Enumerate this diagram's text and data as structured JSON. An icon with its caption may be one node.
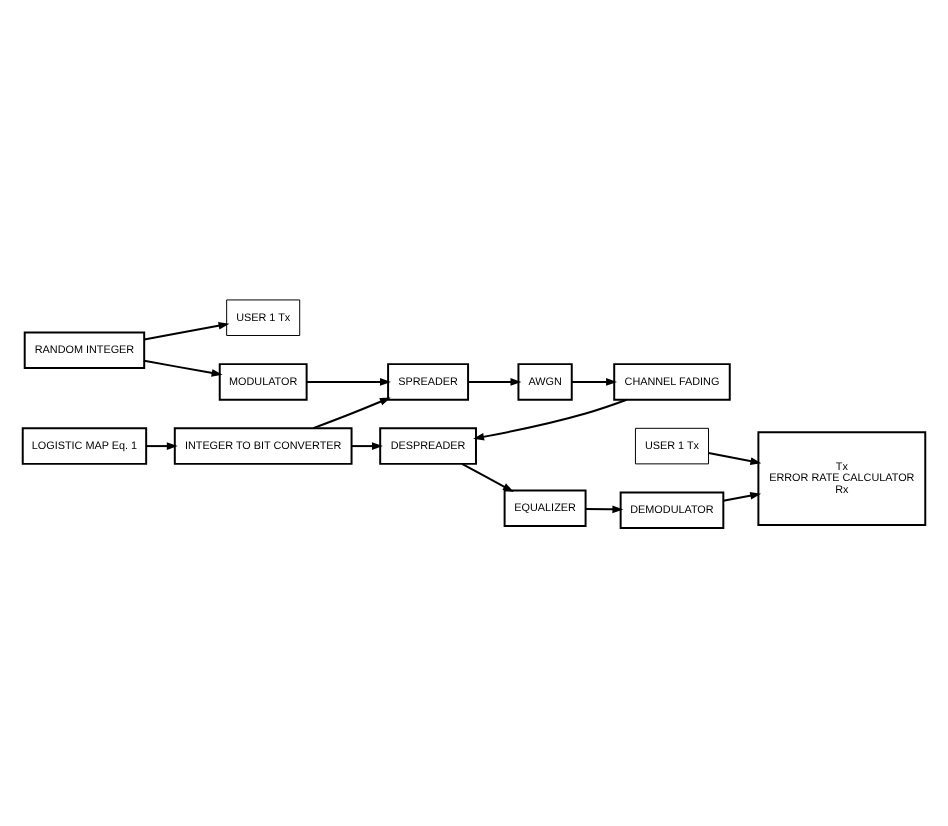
{
  "diagram": {
    "nodes": [
      {
        "text": [
          "USER 1 Tx"
        ]
      },
      {
        "text": [
          "RANDOM INTEGER"
        ]
      },
      {
        "text": [
          "MODULATOR"
        ]
      },
      {
        "text": [
          "SPREADER"
        ]
      },
      {
        "text": [
          "AWGN"
        ]
      },
      {
        "text": [
          "CHANNEL FADING"
        ]
      },
      {
        "text": [
          "LOGISTIC MAP Eq. 1"
        ]
      },
      {
        "text": [
          "INTEGER TO BIT CONVERTER"
        ]
      },
      {
        "text": [
          "DESPREADER"
        ]
      },
      {
        "text": [
          "USER 1 Tx"
        ]
      },
      {
        "text": [
          "Tx",
          "ERROR RATE CALCULATOR",
          "Rx"
        ]
      },
      {
        "text": [
          "EQUALIZER"
        ]
      },
      {
        "text": [
          "DEMODULATOR"
        ]
      }
    ],
    "edges": [
      {
        "from": 1,
        "to": 0,
        "arrow": "to"
      },
      {
        "from": 1,
        "to": 2,
        "arrow": "to"
      },
      {
        "from": 2,
        "to": 3,
        "arrow": "to"
      },
      {
        "from": 3,
        "to": 4,
        "arrow": "to"
      },
      {
        "from": 4,
        "to": 5,
        "arrow": "to"
      },
      {
        "from": 5,
        "to": 8,
        "arrow": "to"
      },
      {
        "from": 6,
        "to": 7,
        "arrow": "to"
      },
      {
        "from": 7,
        "to": 3,
        "arrow": "to"
      },
      {
        "from": 7,
        "to": 8,
        "arrow": "to"
      },
      {
        "from": 8,
        "to": 11,
        "arrow": "to"
      },
      {
        "from": 11,
        "to": 12,
        "arrow": "to"
      },
      {
        "from": 12,
        "to": 10,
        "arrow": "to"
      },
      {
        "from": 9,
        "to": 10,
        "arrow": "to"
      }
    ]
  }
}
